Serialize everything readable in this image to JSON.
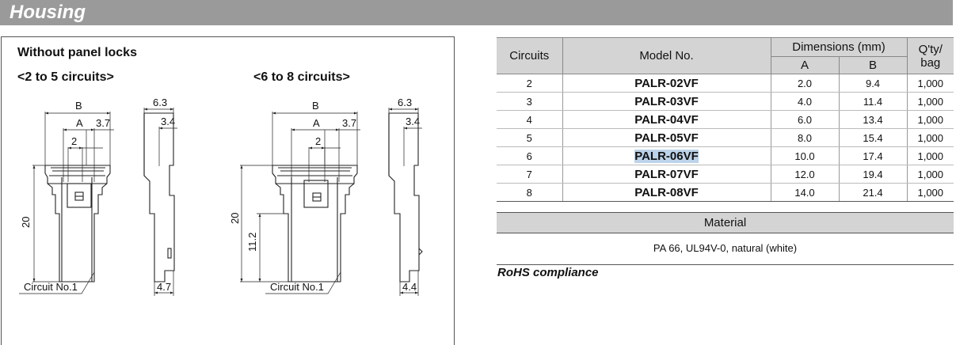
{
  "header": {
    "title": "Housing"
  },
  "drawings": {
    "heading": "Without panel locks",
    "left": {
      "title": "<2 to 5 circuits>",
      "dims": {
        "b": "B",
        "a": "A",
        "a_ext": "3.7",
        "two": "2",
        "height": "20",
        "side_w": "6.3",
        "side_in": "3.4",
        "side_bot": "4.7",
        "circuit": "Circuit No.1"
      }
    },
    "right": {
      "title": "<6 to 8 circuits>",
      "dims": {
        "b": "B",
        "a": "A",
        "a_ext": "3.7",
        "two": "2",
        "height": "20",
        "height2": "11.2",
        "side_w": "6.3",
        "side_in": "3.4",
        "side_bot": "4.4",
        "circuit": "Circuit No.1"
      }
    }
  },
  "table": {
    "headers": {
      "circuits": "Circuits",
      "model": "Model No.",
      "dimensions": "Dimensions (mm)",
      "dim_a": "A",
      "dim_b": "B",
      "qty_line1": "Q'ty/",
      "qty_line2": "bag"
    },
    "rows": [
      {
        "circuits": "2",
        "model": "PALR-02VF",
        "a": "2.0",
        "b": "9.4",
        "qty": "1,000"
      },
      {
        "circuits": "3",
        "model": "PALR-03VF",
        "a": "4.0",
        "b": "11.4",
        "qty": "1,000"
      },
      {
        "circuits": "4",
        "model": "PALR-04VF",
        "a": "6.0",
        "b": "13.4",
        "qty": "1,000"
      },
      {
        "circuits": "5",
        "model": "PALR-05VF",
        "a": "8.0",
        "b": "15.4",
        "qty": "1,000"
      },
      {
        "circuits": "6",
        "model": "PALR-06VF",
        "a": "10.0",
        "b": "17.4",
        "qty": "1,000",
        "highlighted": true
      },
      {
        "circuits": "7",
        "model": "PALR-07VF",
        "a": "12.0",
        "b": "19.4",
        "qty": "1,000"
      },
      {
        "circuits": "8",
        "model": "PALR-08VF",
        "a": "14.0",
        "b": "21.4",
        "qty": "1,000"
      }
    ],
    "highlight_color": "#bcd3e9"
  },
  "material": {
    "heading": "Material",
    "value": "PA 66, UL94V-0, natural (white)"
  },
  "rohs": "RoHS compliance"
}
